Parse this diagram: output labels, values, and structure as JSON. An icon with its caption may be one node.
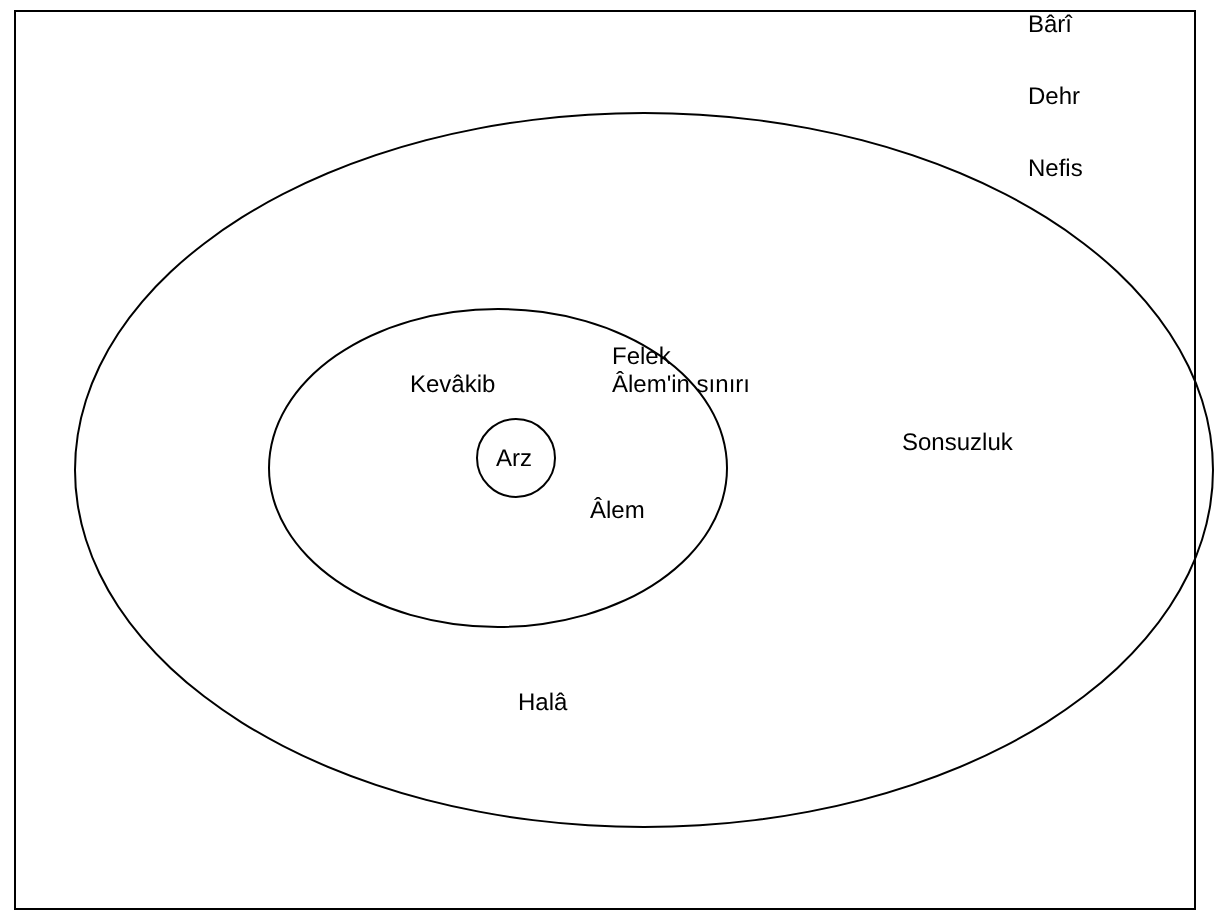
{
  "diagram": {
    "nodes": [
      {
        "text": [
          "Sonsuzluk",
          "Halâ"
        ]
      },
      {
        "text": [
          "Felek",
          "Âlem'in sınırı",
          "Kevâkib",
          "Âlem"
        ],
        "in": 0
      },
      {
        "text": [
          "Arz"
        ],
        "in": 1
      }
    ],
    "labels": [
      "Bârî",
      "Dehr",
      "Nefis"
    ]
  }
}
